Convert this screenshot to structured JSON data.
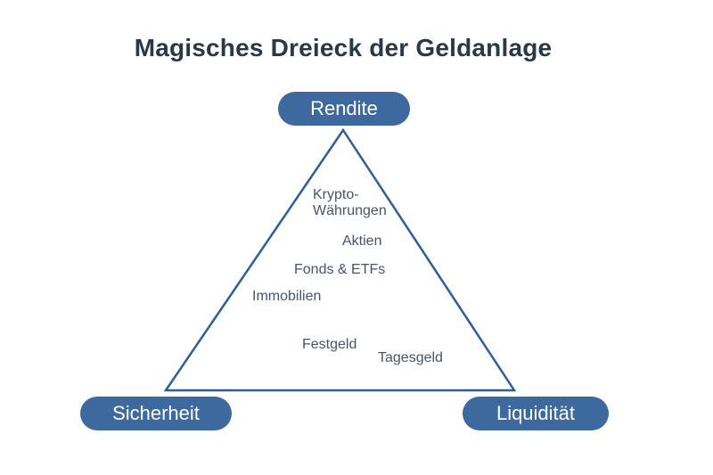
{
  "title": "Magisches Dreieck der Geldanlage",
  "corners": {
    "top": {
      "label": "Rendite"
    },
    "bottom_left": {
      "label": "Sicherheit"
    },
    "bottom_right": {
      "label": "Liquidität"
    }
  },
  "assets": [
    {
      "label": "Krypto-\nWährungen"
    },
    {
      "label": "Aktien"
    },
    {
      "label": "Fonds & ETFs"
    },
    {
      "label": "Immobilien"
    },
    {
      "label": "Festgeld"
    },
    {
      "label": "Tagesgeld"
    }
  ],
  "colors": {
    "background": "#ffffff",
    "pill_bg": "#3d699e",
    "pill_text": "#ffffff",
    "triangle_stroke": "#2e5e9d",
    "title_text": "#2b3947",
    "label_text": "#475569"
  }
}
